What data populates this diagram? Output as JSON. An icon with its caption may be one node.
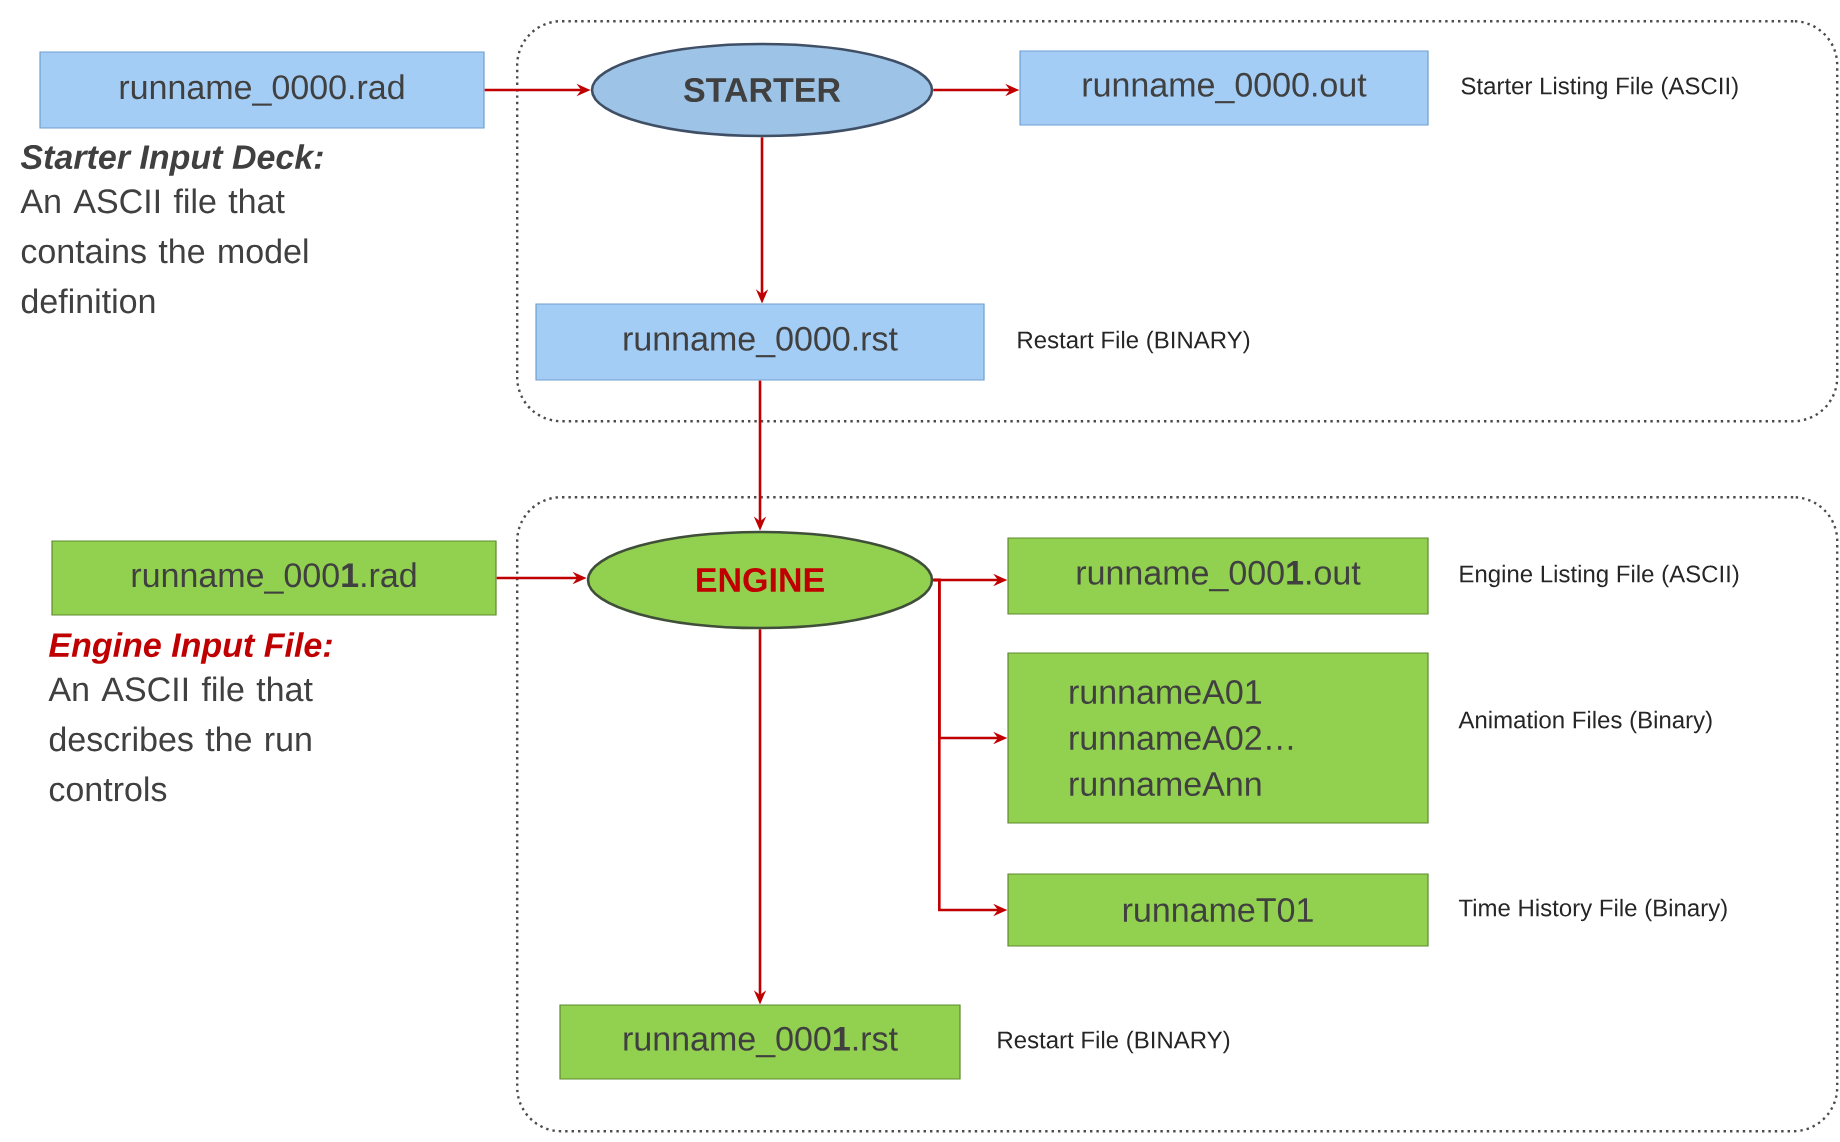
{
  "diagram": {
    "nodes": [
      {
        "text": [],
        "shape": "box"
      },
      {
        "text": [
          "runname_0000.rad"
        ],
        "beside": [
          "Starter Input Deck:",
          "An ASCII file that contains the model definition"
        ]
      },
      {
        "text": [
          "STARTER"
        ],
        "in": 0
      },
      {
        "text": [
          "runname_0000.out"
        ],
        "in": 0,
        "beside": [
          "Starter Listing File (ASCII)"
        ]
      },
      {
        "text": [
          "runname_0000.rst"
        ],
        "in": 0,
        "beside": [
          "Restart File (BINARY)"
        ]
      },
      {
        "text": [],
        "shape": "box"
      },
      {
        "text": [
          "runname_000**1**.rad"
        ],
        "beside": [
          "Engine Input File:",
          "An ASCII file that describes the run controls"
        ]
      },
      {
        "text": [
          "ENGINE"
        ],
        "in": 5
      },
      {
        "text": [
          "runname_000**1**.out"
        ],
        "in": 5,
        "beside": [
          "Engine Listing File (ASCII)"
        ]
      },
      {
        "text": [
          "runnameA01 runnameA02… runnameAnn"
        ],
        "in": 5,
        "beside": [
          "Animation Files (Binary)"
        ]
      },
      {
        "text": [
          "runnameT01"
        ],
        "in": 5,
        "beside": [
          "Time History File (Binary)"
        ]
      },
      {
        "text": [
          "runname_000**1**.rst"
        ],
        "in": 5,
        "beside": [
          "Restart File (BINARY)"
        ]
      }
    ],
    "edges": [
      {
        "from": 1,
        "to": 2,
        "arrow": "to"
      },
      {
        "from": 2,
        "to": 3,
        "arrow": "to"
      },
      {
        "from": 2,
        "to": 4,
        "arrow": "to"
      },
      {
        "from": 4,
        "to": 7,
        "arrow": "to"
      },
      {
        "from": 6,
        "to": 7,
        "arrow": "to"
      },
      {
        "from": 7,
        "to": 8,
        "arrow": "to"
      },
      {
        "from": 7,
        "to": 9,
        "arrow": "to"
      },
      {
        "from": 7,
        "to": 10,
        "arrow": "to"
      },
      {
        "from": 7,
        "to": 11,
        "arrow": "to"
      }
    ]
  }
}
